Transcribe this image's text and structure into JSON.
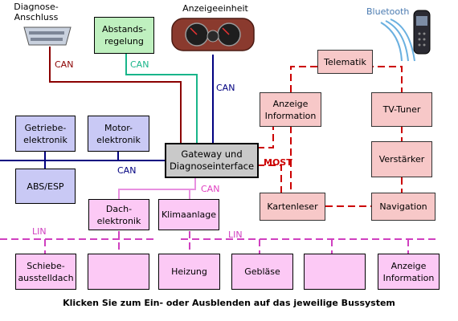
{
  "devices": {
    "diagnose": "Diagnose-\nAnschluss",
    "anzeige": "Anzeigeeinheit",
    "bluetooth": "Bluetooth"
  },
  "bus_labels": {
    "can_red": "CAN",
    "can_green": "CAN",
    "can_blue_top": "CAN",
    "can_blue_left": "CAN",
    "most": "MOST",
    "can_pink": "CAN",
    "lin_left": "LIN",
    "lin_right": "LIN"
  },
  "nodes": {
    "abstand": "Abstands-\nregelung",
    "getriebe": "Getriebe-\nelektronik",
    "motor": "Motor-\nelektronik",
    "abs": "ABS/ESP",
    "gateway": "Gateway und\nDiagnoseinterface",
    "telematik": "Telematik",
    "anzeige_info_red": "Anzeige\nInformation",
    "tv": "TV-Tuner",
    "verstaerker": "Verstärker",
    "kartenleser": "Kartenleser",
    "navigation": "Navigation",
    "dach": "Dach-\nelektronik",
    "klima": "Klimaanlage",
    "schiebe": "Schiebe-\nausstelldach",
    "leer1": "",
    "heizung": "Heizung",
    "geblaese": "Gebläse",
    "leer2": "",
    "anzeige_info_pink": "Anzeige\nInformation"
  },
  "footer": "Klicken Sie zum Ein- oder Ausblenden auf das jeweilige Bussystem",
  "colors": {
    "can_red": "#8b0000",
    "can_green": "#19b58a",
    "can_blue": "#000080",
    "most": "#cc0000",
    "can_pink": "#e040c0",
    "lin": "#d040c0"
  }
}
